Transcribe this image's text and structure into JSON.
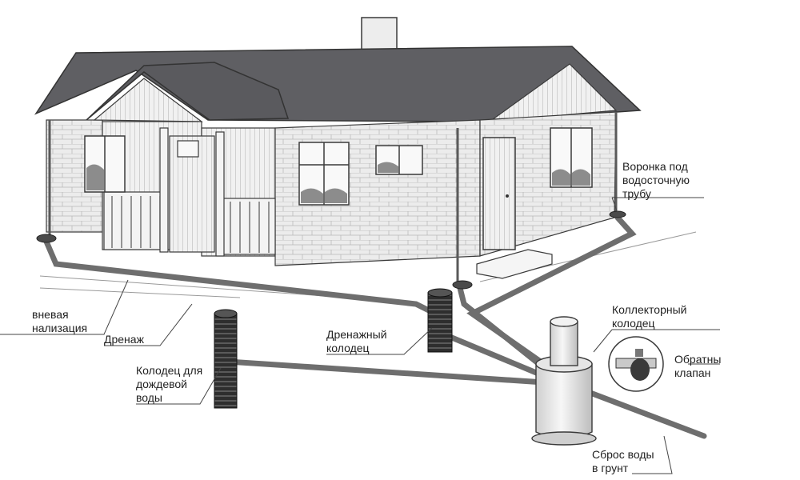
{
  "colors": {
    "roof": "#5f5f63",
    "wall": "#ececec",
    "brick_line": "#b9b9b9",
    "outline": "#3a3a3a",
    "pipe": "#6e6e6e",
    "well_dark": "#2e2e2e",
    "well_light": "#e2e2e2",
    "leader": "#444444"
  },
  "labels": {
    "funnel": {
      "lines": [
        "Воронка под",
        "водосточную",
        "трубу"
      ]
    },
    "storm_sewer": {
      "lines": [
        "вневая",
        "нализация"
      ]
    },
    "drainage": {
      "lines": [
        "Дренаж"
      ]
    },
    "drain_well": {
      "lines": [
        "Дренажный",
        "колодец"
      ]
    },
    "collector_well": {
      "lines": [
        "Коллекторный",
        "колодец"
      ]
    },
    "check_valve": {
      "lines": [
        "Обратны",
        "клапан"
      ]
    },
    "rain_well": {
      "lines": [
        "Колодец для",
        "дождевой",
        "воды"
      ]
    },
    "discharge": {
      "lines": [
        "Сброс воды",
        "в грунт"
      ]
    }
  }
}
